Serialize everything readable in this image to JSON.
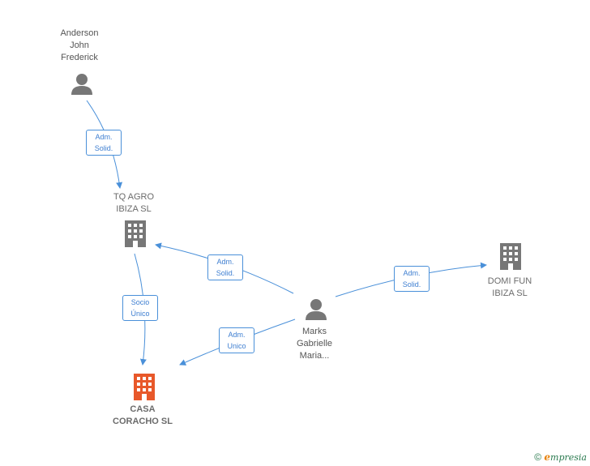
{
  "nodes": {
    "anderson": {
      "line1": "Anderson",
      "line2": "John",
      "line3": "Frederick"
    },
    "tq_agro": {
      "line1": "TQ AGRO",
      "line2": "IBIZA  SL"
    },
    "casa": {
      "line1": "CASA",
      "line2": "CORACHO  SL"
    },
    "marks": {
      "line1": "Marks",
      "line2": "Gabrielle",
      "line3": "Maria..."
    },
    "domi": {
      "line1": "DOMI FUN",
      "line2": "IBIZA  SL"
    }
  },
  "edges": {
    "anderson_tq": {
      "line1": "Adm.",
      "line2": "Solid."
    },
    "tq_casa": {
      "line1": "Socio",
      "line2": "Único"
    },
    "marks_tq": {
      "line1": "Adm.",
      "line2": "Solid."
    },
    "marks_casa": {
      "line1": "Adm.",
      "line2": "Unico"
    },
    "marks_domi": {
      "line1": "Adm.",
      "line2": "Solid."
    }
  },
  "colors": {
    "person": "#777777",
    "company": "#777777",
    "main_company": "#e8582a",
    "edge": "#4a90d9"
  },
  "footer": {
    "copyright": "©",
    "brand_initial": "e",
    "brand_rest": "mpresia"
  }
}
